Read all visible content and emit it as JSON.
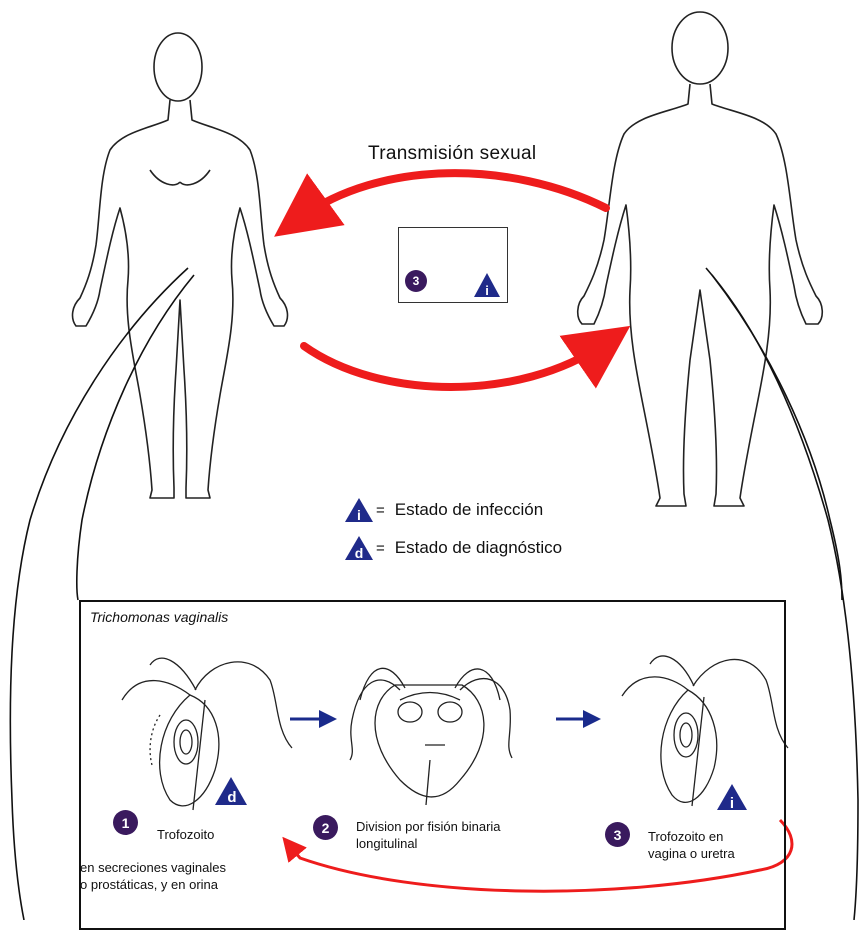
{
  "title": "Transmisión  sexual",
  "legend": [
    {
      "symbol": "i",
      "eq": "=",
      "label": "Estado de infección"
    },
    {
      "symbol": "d",
      "eq": "=",
      "label": "Estado de diagnóstico"
    }
  ],
  "inset": {
    "step": "3",
    "symbol": "i"
  },
  "lifecycle": {
    "species": "Trichomonas vaginalis",
    "steps": [
      {
        "number": "1",
        "label": "Trofozoito",
        "symbol": "d",
        "note_line1": "en secreciones vaginales",
        "note_line2": "o prostáticas, y en orina"
      },
      {
        "number": "2",
        "label_line1": "Division por fisión binaria",
        "label_line2": "longitulinal"
      },
      {
        "number": "3",
        "label_line1": "Trofozoito en",
        "label_line2": "vagina o uretra",
        "symbol": "i"
      }
    ]
  },
  "colors": {
    "arrow_red": "#ee1c1c",
    "arrow_blue": "#1a2b8c",
    "badge": "#3a1a5e",
    "triangle": "#1f2a8a"
  }
}
